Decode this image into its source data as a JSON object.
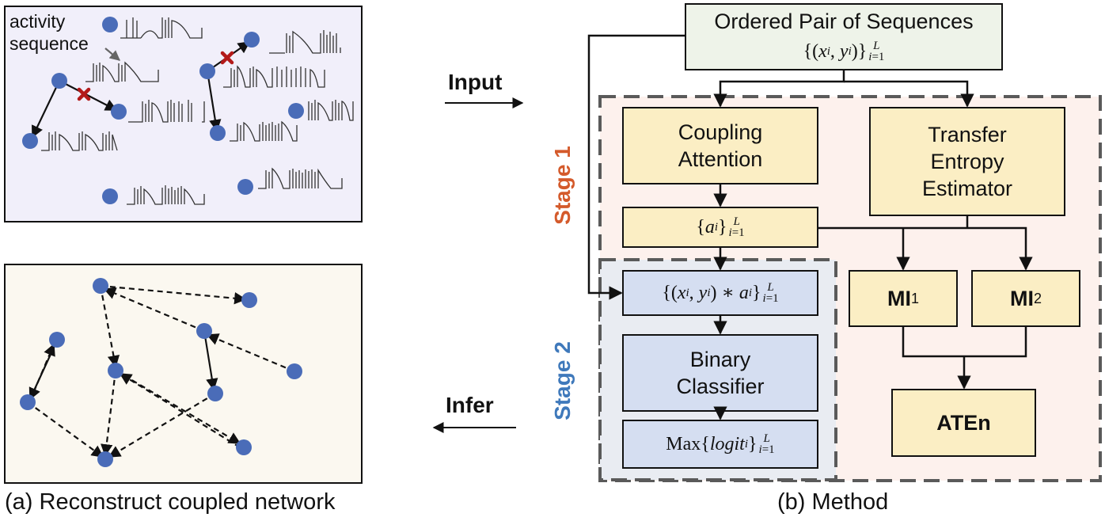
{
  "panel_a": {
    "label_activity": "activity",
    "label_sequence": "sequence",
    "caption": "(a) Reconstruct coupled network"
  },
  "arrows_labels": {
    "input": "Input",
    "infer": "Infer"
  },
  "panel_b": {
    "caption": "(b) Method",
    "top_box_title": "Ordered Pair of Sequences",
    "stage1_label": "Stage 1",
    "stage2_label": "Stage 2",
    "coupling_attention": "Coupling\nAttention",
    "transfer_entropy": "Transfer\nEntropy\nEstimator",
    "binary_classifier": "Binary\nClassifier",
    "mi1": "MI",
    "mi1_sub": "1",
    "mi2": "MI",
    "mi2_sub": "2",
    "aten": "ATEn",
    "max_prefix": "Max"
  },
  "colors": {
    "node_blue": "#4a6cb8",
    "stage1_orange": "#d45a2b",
    "stage2_blue": "#3f79bb",
    "yellow_box": "#fbeec4",
    "blue_box": "#d5def1",
    "top_box": "#eef3e9",
    "stage1_bg": "#fdf1ed",
    "stage2_bg": "#e9ecf2",
    "panel_a_top_bg": "#f1effa",
    "panel_a_bot_bg": "#fbf8f0",
    "cross_red": "#b31a1a"
  }
}
